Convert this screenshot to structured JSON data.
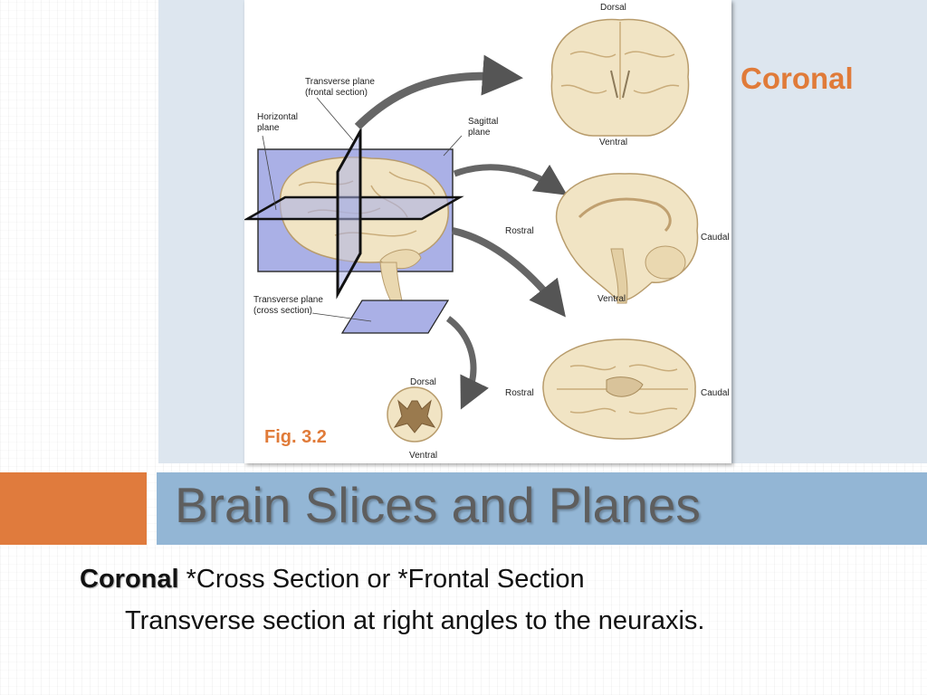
{
  "slide": {
    "corner_label": "Coronal",
    "title": "Brain Slices and Planes",
    "term": "Coronal",
    "term_definition": "*Cross Section or *Frontal Section",
    "description": "Transverse section at right angles to the neuraxis."
  },
  "figure": {
    "caption": "Fig. 3.2",
    "labels": {
      "transverse_frontal_1": "Transverse plane",
      "transverse_frontal_2": "(frontal section)",
      "horizontal_1": "Horizontal",
      "horizontal_2": "plane",
      "sagittal_1": "Sagittal",
      "sagittal_2": "plane",
      "transverse_cross_1": "Transverse plane",
      "transverse_cross_2": "(cross section)",
      "coronal_dorsal": "Dorsal",
      "coronal_ventral": "Ventral",
      "sagittal_rostral": "Rostral",
      "sagittal_caudal": "Caudal",
      "sagittal_ventral": "Ventral",
      "horizontal_rostral": "Rostral",
      "horizontal_caudal": "Caudal",
      "spinal_dorsal": "Dorsal",
      "spinal_ventral": "Ventral"
    }
  },
  "colors": {
    "accent_orange": "#e07b3d",
    "title_bar_blue": "#93b6d5",
    "panel_blue": "#dde6ef",
    "plane_fill": "#aab0e6",
    "brain_tissue": "#f1e4c4"
  }
}
